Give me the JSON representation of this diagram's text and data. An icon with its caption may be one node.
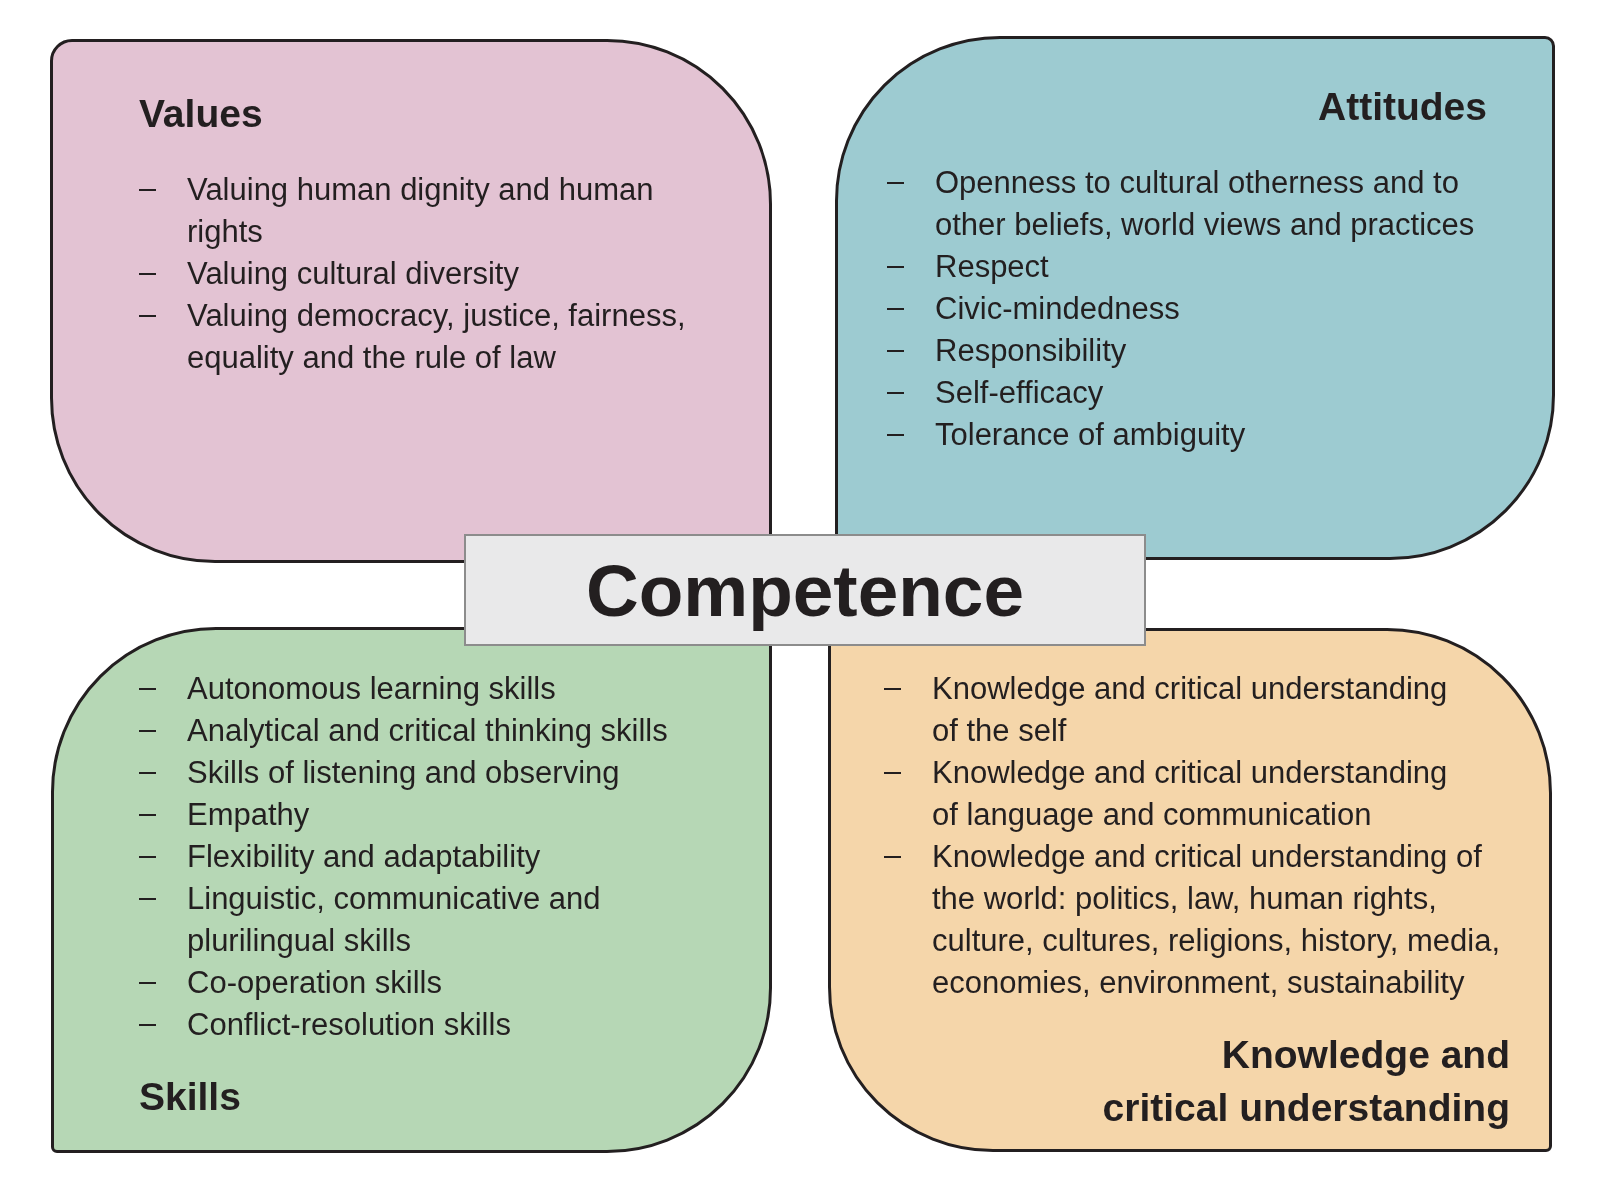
{
  "diagram": {
    "nodes": [
      {
        "text": [
          "Values",
          "Valuing human dignity and human rights",
          "Valuing cultural diversity",
          "Valuing democracy, justice, fairness, equality and the rule of law"
        ]
      },
      {
        "text": [
          "Attitudes",
          "Openness to cultural otherness and to other beliefs, world views and practices",
          "Respect",
          "Civic-mindedness",
          "Responsibility",
          "Self-efficacy",
          "Tolerance of ambiguity"
        ]
      },
      {
        "text": [
          "Competence"
        ]
      },
      {
        "text": [
          "Autonomous learning skills",
          "Analytical and critical thinking skills",
          "Skills of listening and observing",
          "Empathy",
          "Flexibility and adaptability",
          "Linguistic, communicative and plurilingual skills",
          "Co-operation skills",
          "Conflict-resolution skills",
          "Skills"
        ]
      },
      {
        "text": [
          "Knowledge and critical understanding of the self",
          "Knowledge and critical understanding of language and communication",
          "Knowledge and critical understanding of the world: politics, law, human rights, culture, cultures, religions, history, media, economies, environment, sustainability",
          "Knowledge and critical understanding"
        ]
      }
    ]
  }
}
